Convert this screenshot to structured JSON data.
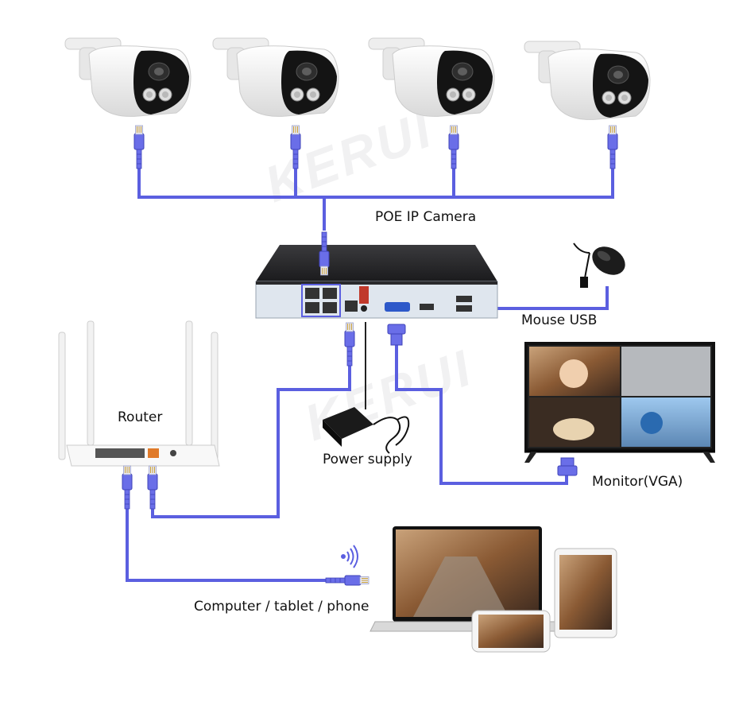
{
  "labels": {
    "poe_camera": "POE IP Camera",
    "mouse_usb": "Mouse USB",
    "router": "Router",
    "power_supply": "Power supply",
    "monitor": "Monitor(VGA)",
    "client_devices": "Computer / tablet / phone"
  },
  "watermark": "KERUI",
  "colors": {
    "cable": "#5b5fe0",
    "connector": "#6a6ee8",
    "nvr_body": "#2a2a2c",
    "nvr_panel": "#e9eef4",
    "camera_body": "#f4f4f4",
    "camera_face": "#1a1a1a"
  },
  "icons": [
    "camera-icon",
    "nvr-recorder-icon",
    "mouse-icon",
    "router-icon",
    "power-adapter-icon",
    "monitor-icon",
    "laptop-icon",
    "tablet-icon",
    "phone-icon",
    "wifi-signal-icon",
    "rj45-connector-icon",
    "vga-connector-icon"
  ]
}
